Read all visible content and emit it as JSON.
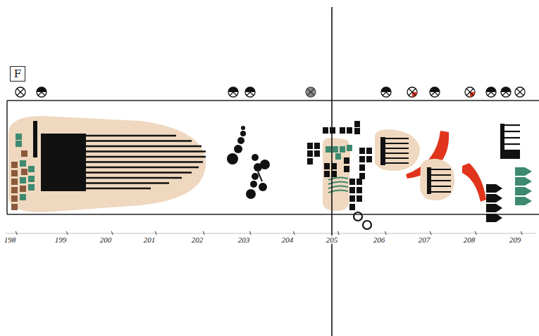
{
  "diagram": {
    "nodes": [
      {
        "text": [
          "F"
        ]
      }
    ],
    "labels": [
      "198",
      "199",
      "200",
      "201",
      "202",
      "203",
      "204",
      "205",
      "206",
      "207",
      "208",
      "209"
    ]
  }
}
